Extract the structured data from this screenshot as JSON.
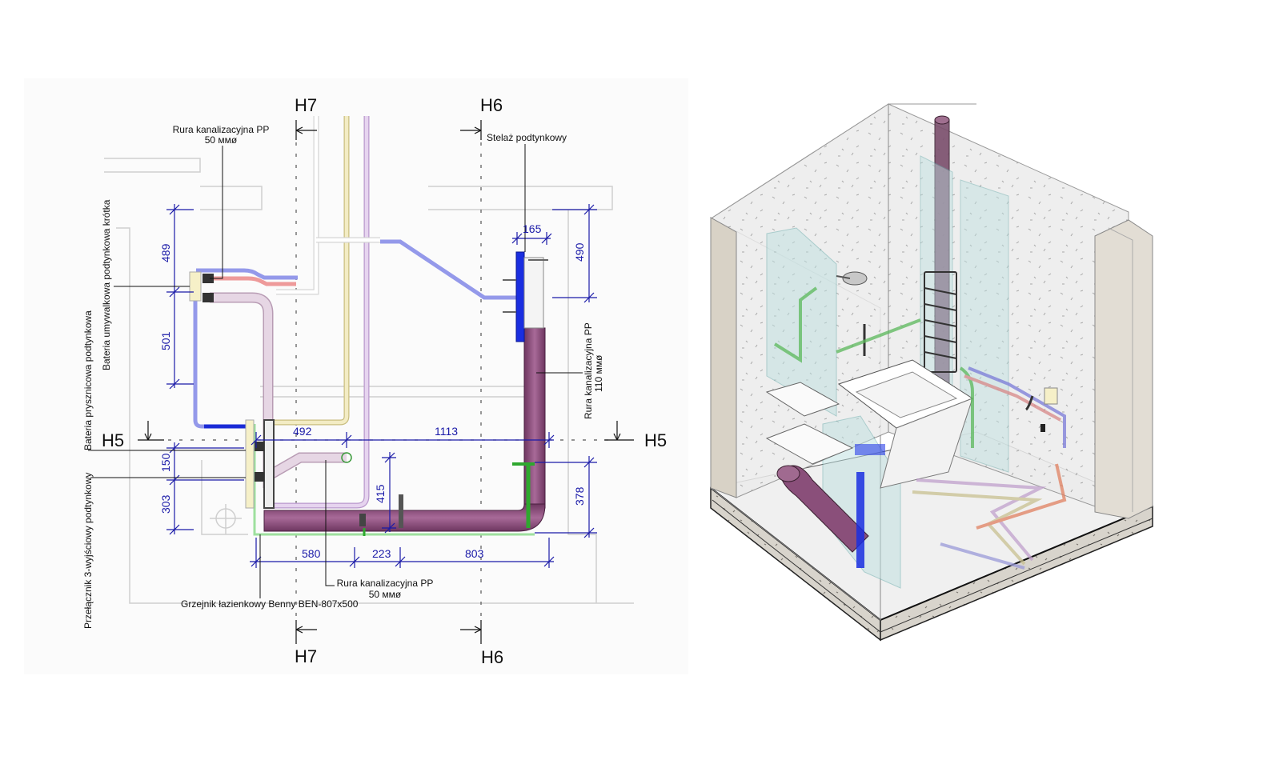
{
  "sections": {
    "h7_top": "H7",
    "h6_top": "H6",
    "h5_left": "H5",
    "h5_right": "H5",
    "h7_bottom": "H7",
    "h6_bottom": "H6"
  },
  "labels": {
    "pipe50_top_l1": "Rura kanalizacyjna PP",
    "pipe50_top_l2": "50 ммø",
    "frame": "Stelaż podtynkowy",
    "basin_mixer": "Bateria umywalkowa podtynkowa krótka",
    "shower_mixer": "Bateria prysznicowa podtynkowa",
    "diverter": "Przełącznik 3-wyjściowy podtynkowy",
    "pipe110_l1": "Rura kanalizacyjna PP",
    "pipe110_l2": "110 ммø",
    "pipe50_bot_l1": "Rura kanalizacyjna PP",
    "pipe50_bot_l2": "50 ммø",
    "radiator": "Grzejnik łazienkowy Benny BEN-807x500"
  },
  "dims": {
    "d489": "489",
    "d501": "501",
    "d165": "165",
    "d490": "490",
    "d492": "492",
    "d1113": "1113",
    "d150": "150",
    "d303": "303",
    "d415": "415",
    "d378": "378",
    "d580": "580",
    "d223": "223",
    "d803": "803"
  },
  "colors": {
    "dim": "#1a1aa8",
    "drain": "#8a4a7a",
    "cold": "#8f94e8",
    "hot": "#e89a9a",
    "yellow": "#e8e0a8",
    "lilac": "#d4b8e0",
    "green": "#3ac03a",
    "blue": "#1a2ee0"
  }
}
